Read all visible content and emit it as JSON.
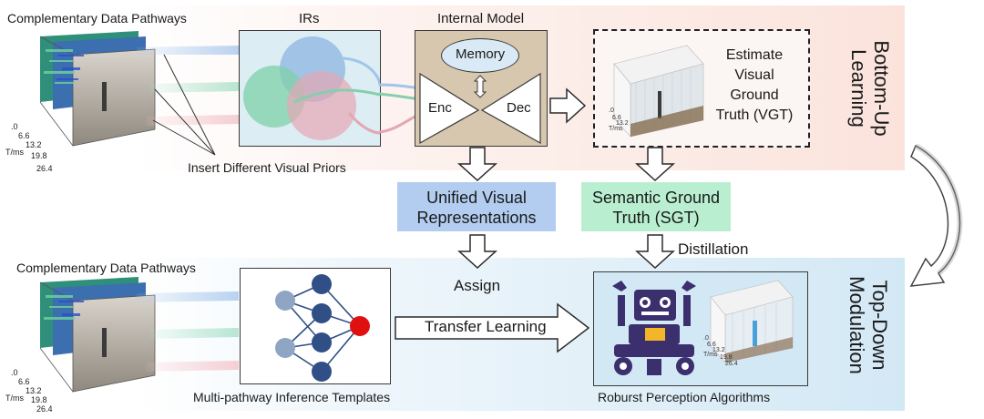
{
  "top": {
    "pathways_label": "Complementary Data Pathways",
    "priors_label": "Insert Different Visual Priors",
    "irs_label": "IRs",
    "internal_model_label": "Internal Model",
    "memory_label": "Memory",
    "enc_label": "Enc",
    "dec_label": "Dec",
    "vgt_lines": [
      "Estimate",
      "Visual",
      "Ground",
      "Truth (VGT)"
    ],
    "side_label_lines": [
      "Bottom-Up",
      "Learning"
    ]
  },
  "middle": {
    "unified_lines": [
      "Unified Visual",
      "Representations"
    ],
    "semantic_lines": [
      "Semantic Ground",
      "Truth (SGT)"
    ],
    "assign_label": "Assign",
    "distillation_label": "Distillation"
  },
  "bottom": {
    "pathways_label": "Complementary Data Pathways",
    "templates_label": "Multi-pathway Inference Templates",
    "transfer_label": "Transfer Learning",
    "algorithms_label": "Roburst Perception Algorithms",
    "side_label_lines": [
      "Top-Down",
      "Modulation"
    ]
  },
  "axis": {
    "ticks": [
      ".0",
      "6.6",
      "13.2",
      "19.8",
      "26.4"
    ],
    "unit": "T/ms"
  },
  "colors": {
    "top_band": "#fde9e4",
    "bottom_band": "#d8ebf6",
    "irs_fill": "#dcedf4",
    "model_fill": "#d7c7ae",
    "unified_fill": "#b3cdf0",
    "semantic_fill": "#b9efd0",
    "output_node": "#e01010",
    "node_dark": "#2f4f86",
    "node_light": "#8ea5c4"
  }
}
